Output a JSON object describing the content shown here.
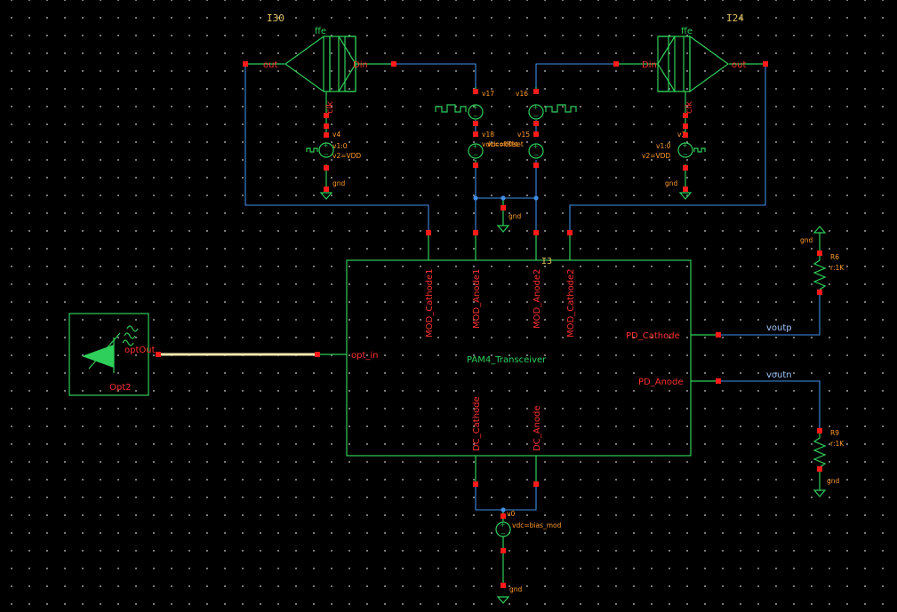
{
  "instances": {
    "left_ffe": {
      "inst": "I30",
      "cell": "ffe",
      "pin_out": "out",
      "pin_in": "Din",
      "pin_clk": "clk"
    },
    "right_ffe": {
      "inst": "I24",
      "cell": "ffe",
      "pin_out": "out",
      "pin_in": "Din",
      "pin_clk": "clk"
    },
    "transceiver": {
      "inst": "I3",
      "cell": "PAM4_Transceiver",
      "pins_top": [
        "MOD_Cathode1",
        "MOD_Anode1",
        "MOD_Anode2",
        "MOD_Cathode2"
      ],
      "pin_left": "opt_in",
      "pins_right": [
        "PD_Cathode",
        "PD_Anode"
      ],
      "pins_bottom": [
        "DC_Cathode",
        "DC_Anode"
      ]
    },
    "optical_source": {
      "inst": "Opt2",
      "pin": "optOut"
    }
  },
  "sources": {
    "v4": {
      "name": "v4",
      "p1": "v1:0",
      "p2": "v2=VDD",
      "gnd": "gnd"
    },
    "v3": {
      "name": "v3",
      "p1": "v1:0",
      "p2": "v2=VDD",
      "gnd": "gnd"
    },
    "v17": {
      "name": "v17"
    },
    "v16": {
      "name": "v16"
    },
    "v18": {
      "name": "v18",
      "param": "vdc=offset"
    },
    "v15": {
      "name": "v15",
      "param": "vdc=offset"
    },
    "center_gnd": "gnd",
    "v0": {
      "name": "v0",
      "param": "vdc=bias_mod",
      "gnd": "gnd"
    }
  },
  "resistors": {
    "r_top": {
      "name": "R6",
      "value": "r:1K",
      "gnd": "gnd"
    },
    "r_bot": {
      "name": "R9",
      "value": "r:1K",
      "gnd": "gnd"
    }
  },
  "nets": {
    "voutp": "voutp",
    "voutn": "voutn"
  },
  "colors": {
    "background": "#000000",
    "wire": "#3f8fe6",
    "symbol": "#2ecf5a",
    "pin": "#ff1a1a",
    "label_red": "#ff3030",
    "label_yellow": "#e0c060",
    "optical_wire": "#f5e6b0"
  }
}
